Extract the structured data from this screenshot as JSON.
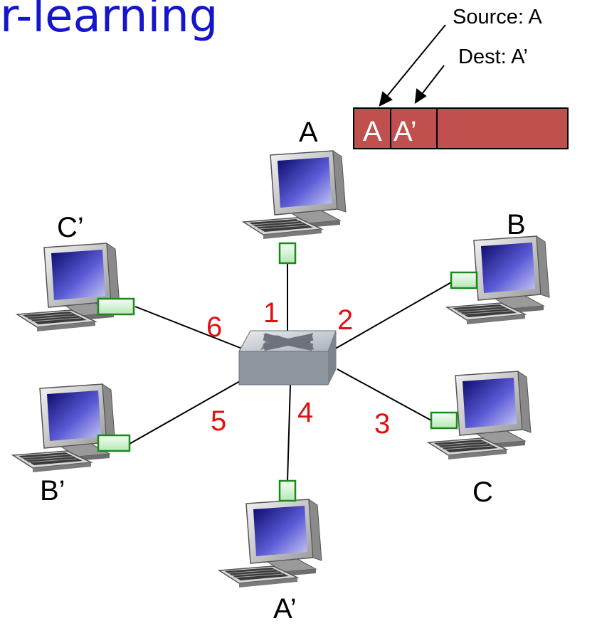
{
  "slide": {
    "title": "r-learning"
  },
  "frame": {
    "source_annotation": "Source: A",
    "dest_annotation": "Dest: A’",
    "source_field": "A",
    "dest_field": "A’",
    "color": "#c0504d"
  },
  "hosts": {
    "A": "A",
    "B": "B",
    "C": "C",
    "A_prime": "A’",
    "B_prime": "B’",
    "C_prime": "C’"
  },
  "ports": [
    "1",
    "2",
    "3",
    "4",
    "5",
    "6"
  ],
  "colors": {
    "title": "#1515cc",
    "port_label": "#e01010",
    "interface": "#1a8a1a"
  },
  "icons": {
    "host": "desktop-computer-icon",
    "switch": "switch-icon"
  }
}
